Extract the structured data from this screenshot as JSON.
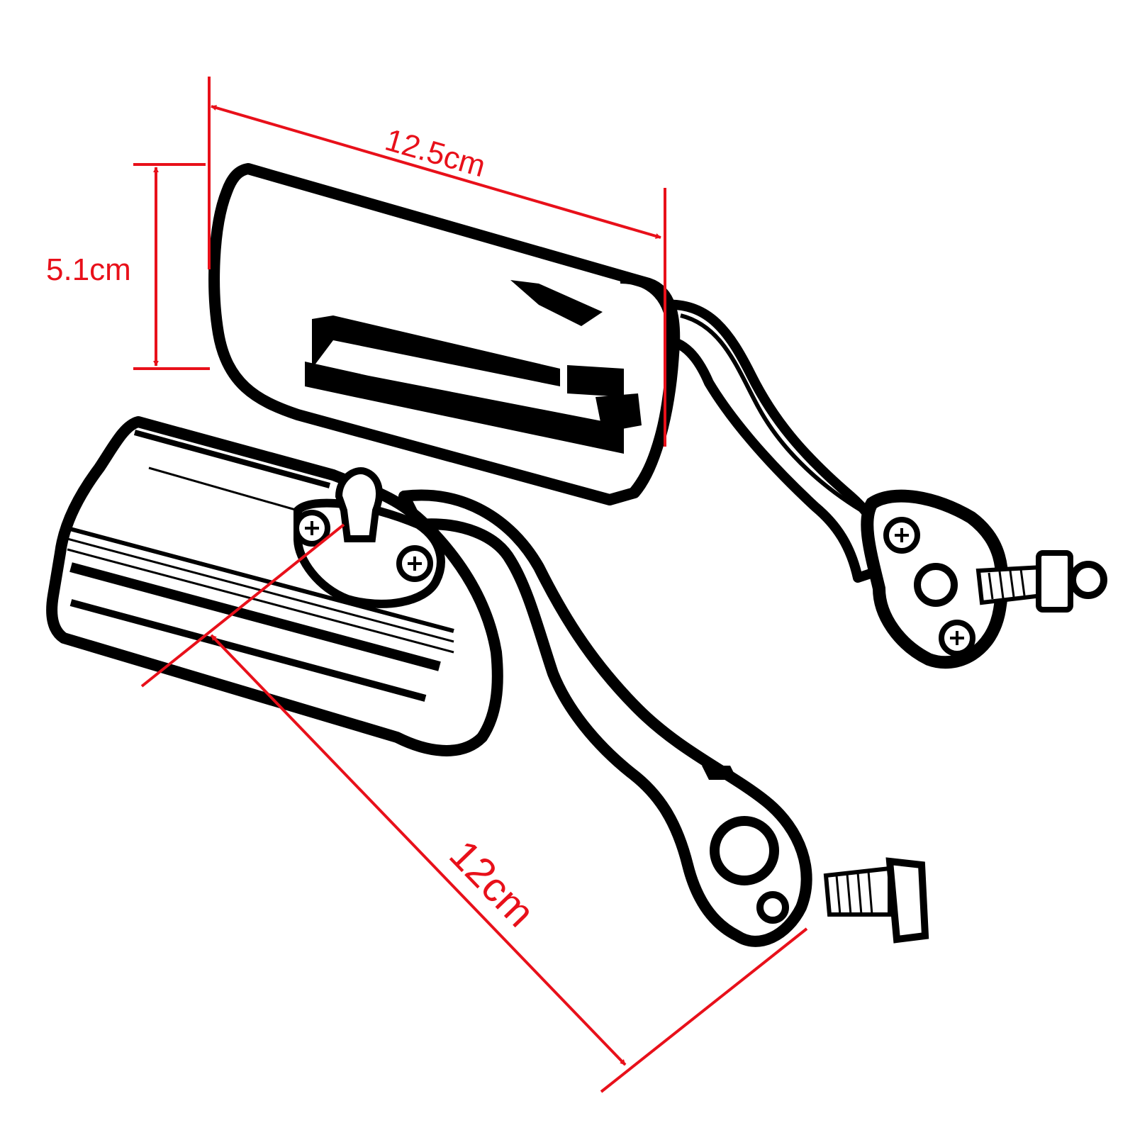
{
  "diagram": {
    "dimensions": {
      "mirror_width": "12.5cm",
      "mirror_height": "5.1cm",
      "arm_length": "12cm"
    },
    "colors": {
      "dimension": "#e8101a",
      "ink": "#000000",
      "paper": "#ffffff"
    },
    "icons": [
      "mirror-head-icon",
      "mirror-arm-icon",
      "mounting-bolt-icon",
      "phillips-screw-icon"
    ]
  }
}
